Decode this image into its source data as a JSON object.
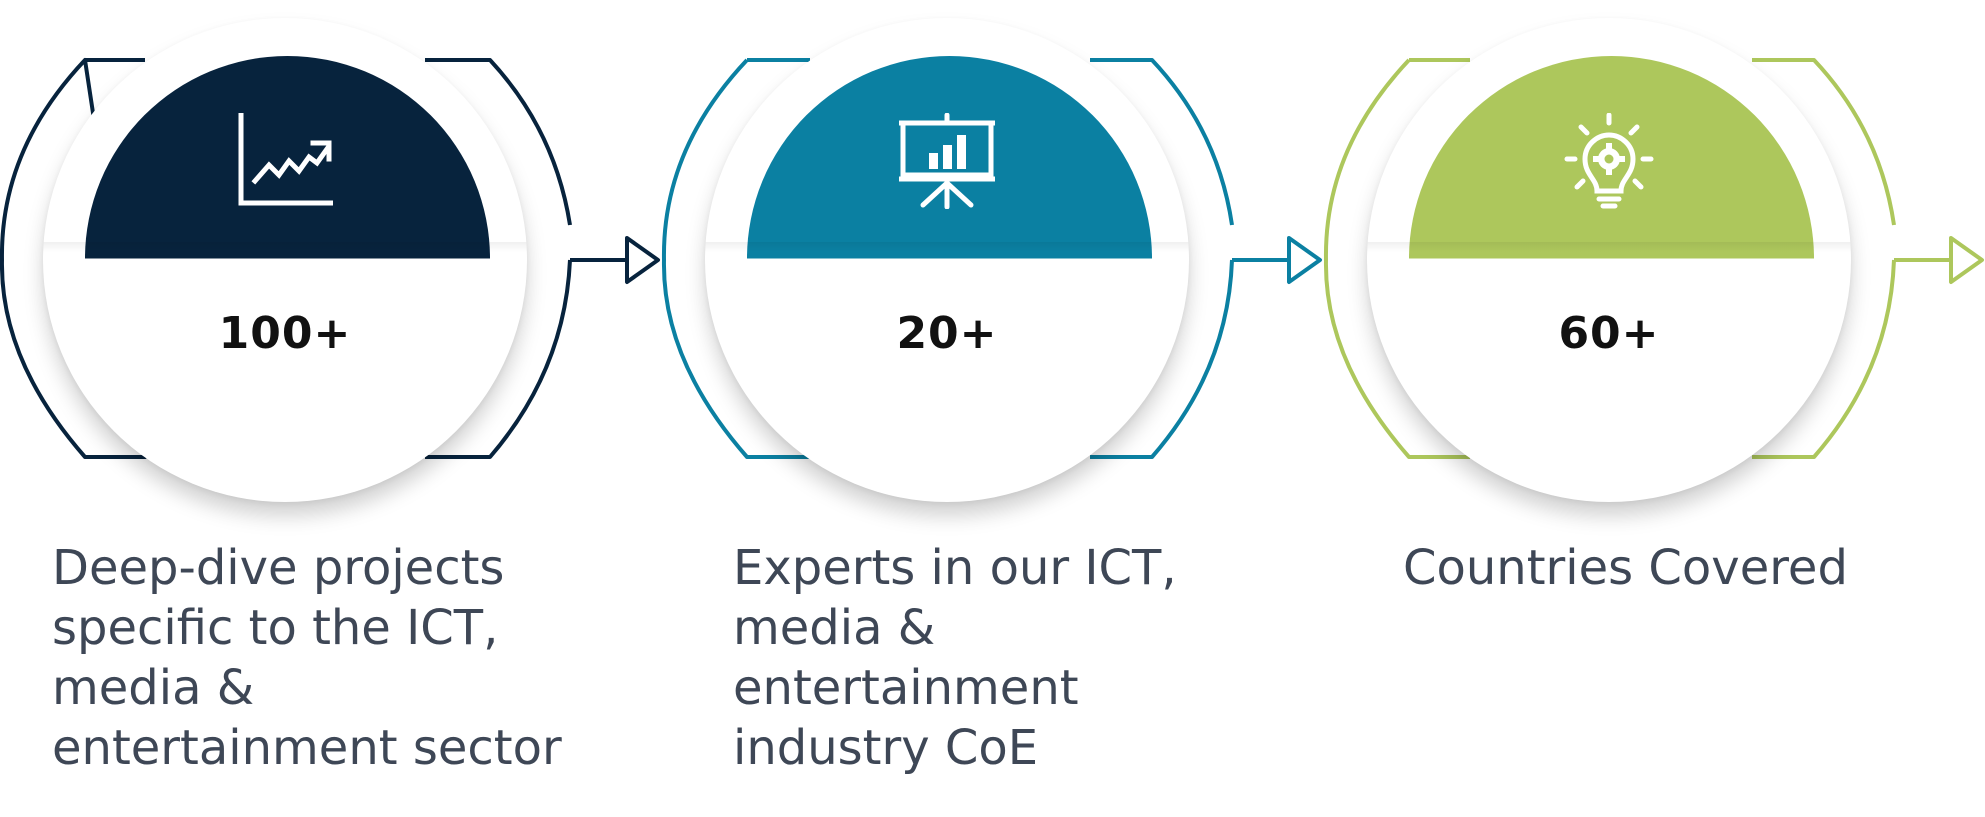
{
  "stats": [
    {
      "value": "100+",
      "icon": "trend-chart-icon",
      "color": "#07233d",
      "description_lines": [
        "Deep-dive projects",
        "specific to the ICT,",
        "media &",
        "entertainment sector"
      ]
    },
    {
      "value": "20+",
      "icon": "presentation-board-icon",
      "color": "#0b80a2",
      "description_lines": [
        "Experts in our ICT,",
        "media &",
        "entertainment",
        "industry CoE"
      ]
    },
    {
      "value": "60+",
      "icon": "lightbulb-gear-icon",
      "color": "#adc75c",
      "description_lines": [
        "Countries Covered"
      ]
    }
  ]
}
